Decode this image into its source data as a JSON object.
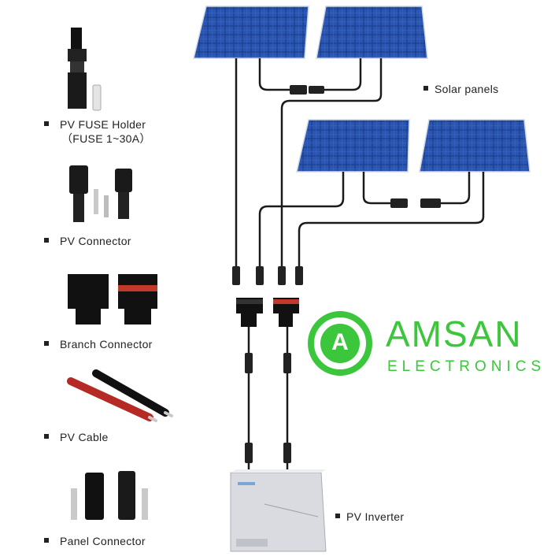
{
  "components": [
    {
      "label": "PV  FUSE Holder",
      "sub": "（FUSE  1~30A）"
    },
    {
      "label": "PV  Connector"
    },
    {
      "label": "Branch  Connector"
    },
    {
      "label": "PV  Cable"
    },
    {
      "label": "Panel  Connector"
    }
  ],
  "system": {
    "solar_panels": "Solar panels",
    "inverter": "PV Inverter"
  },
  "brand": {
    "name": "AMSAN",
    "tagline": "ELECTRONICS",
    "mark": "A",
    "color": "#3cc63c"
  },
  "colors": {
    "panel": "#1d3f8f",
    "cable": "#1a1a1a",
    "inverter": "#d9dbe0"
  }
}
